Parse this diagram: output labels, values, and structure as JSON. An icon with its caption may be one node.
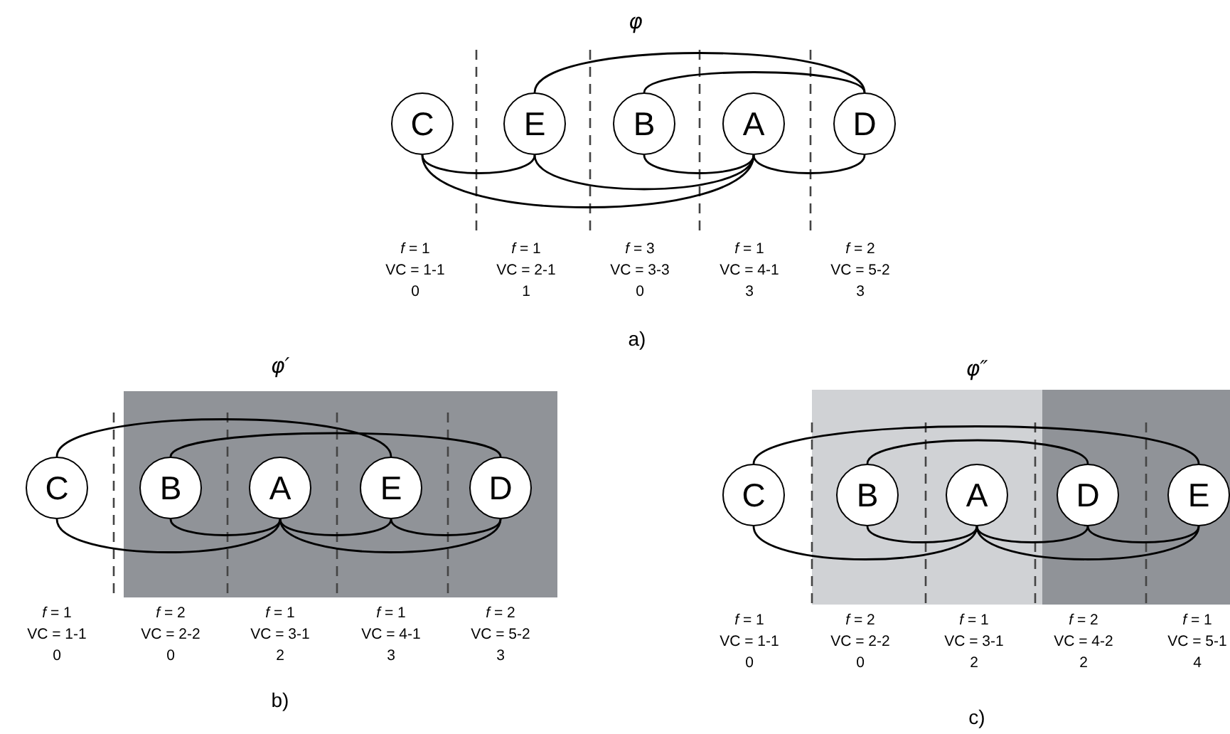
{
  "diagram": {
    "nodes": [
      {
        "text": [
          "C"
        ]
      },
      {
        "text": [
          "E"
        ]
      },
      {
        "text": [
          "B"
        ]
      },
      {
        "text": [
          "A"
        ]
      },
      {
        "text": [
          "D"
        ]
      },
      {
        "text": [
          "C"
        ]
      },
      {
        "text": [
          "B"
        ]
      },
      {
        "text": [
          "A"
        ]
      },
      {
        "text": [
          "E"
        ]
      },
      {
        "text": [
          "D"
        ]
      },
      {
        "text": [
          "C"
        ]
      },
      {
        "text": [
          "B"
        ]
      },
      {
        "text": [
          "A"
        ]
      },
      {
        "text": [
          "D"
        ]
      },
      {
        "text": [
          "E"
        ]
      }
    ],
    "edges": [
      {
        "from": 0,
        "to": 1,
        "arrow": "none"
      },
      {
        "from": 0,
        "to": 3,
        "arrow": "none"
      },
      {
        "from": 1,
        "to": 3,
        "arrow": "none"
      },
      {
        "from": 2,
        "to": 3,
        "arrow": "none"
      },
      {
        "from": 3,
        "to": 4,
        "arrow": "none"
      },
      {
        "from": 1,
        "to": 4,
        "arrow": "none"
      },
      {
        "from": 2,
        "to": 4,
        "arrow": "none"
      },
      {
        "from": 5,
        "to": 8,
        "arrow": "none"
      },
      {
        "from": 6,
        "to": 9,
        "arrow": "none"
      },
      {
        "from": 5,
        "to": 7,
        "arrow": "none"
      },
      {
        "from": 6,
        "to": 7,
        "arrow": "none"
      },
      {
        "from": 7,
        "to": 8,
        "arrow": "none"
      },
      {
        "from": 7,
        "to": 9,
        "arrow": "none"
      },
      {
        "from": 8,
        "to": 9,
        "arrow": "none"
      },
      {
        "from": 10,
        "to": 14,
        "arrow": "none"
      },
      {
        "from": 11,
        "to": 13,
        "arrow": "none"
      },
      {
        "from": 10,
        "to": 12,
        "arrow": "none"
      },
      {
        "from": 11,
        "to": 12,
        "arrow": "none"
      },
      {
        "from": 12,
        "to": 13,
        "arrow": "none"
      },
      {
        "from": 12,
        "to": 14,
        "arrow": "none"
      },
      {
        "from": 13,
        "to": 14,
        "arrow": "none"
      }
    ],
    "labels": [
      "φ",
      "*f* = 1",
      "VC = 1-1",
      "0",
      "*f* = 1",
      "VC = 2-1",
      "1",
      "*f* = 3",
      "VC = 3-3",
      "0",
      "*f* = 1",
      "VC = 4-1",
      "3",
      "*f* = 2",
      "VC = 5-2",
      "3",
      "a)",
      "φ′",
      "*f* = 1",
      "VC = 1-1",
      "0",
      "*f* = 2",
      "VC = 2-2",
      "0",
      "*f* = 1",
      "VC = 3-1",
      "2",
      "*f* = 1",
      "VC = 4-1",
      "3",
      "*f* = 2",
      "VC = 5-2",
      "3",
      "b)",
      "φ″",
      "*f* = 1",
      "VC = 1-1",
      "0",
      "*f* = 2",
      "VC = 2-2",
      "0",
      "*f* = 1",
      "VC = 3-1",
      "2",
      "*f* = 2",
      "VC = 4-2",
      "2",
      "*f* = 1",
      "VC = 5-1",
      "4",
      "c)"
    ]
  }
}
